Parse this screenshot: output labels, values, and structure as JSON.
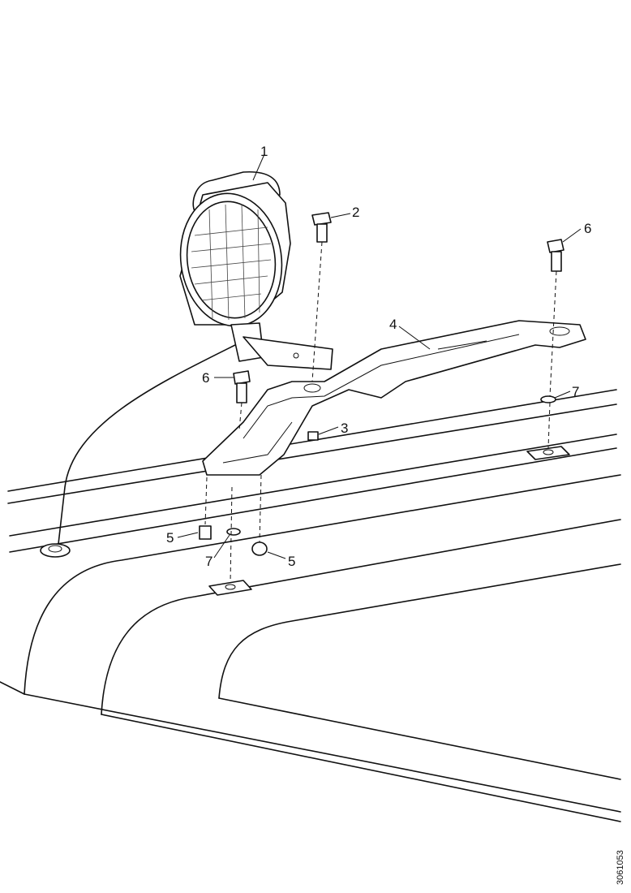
{
  "callouts": {
    "c1": "1",
    "c2": "2",
    "c3": "3",
    "c4": "4",
    "c5a": "5",
    "c5b": "5",
    "c6a": "6",
    "c6b": "6",
    "c7a": "7",
    "c7b": "7"
  },
  "doc_id": "3061053",
  "colors": {
    "ink": "#111111",
    "background": "#ffffff"
  }
}
